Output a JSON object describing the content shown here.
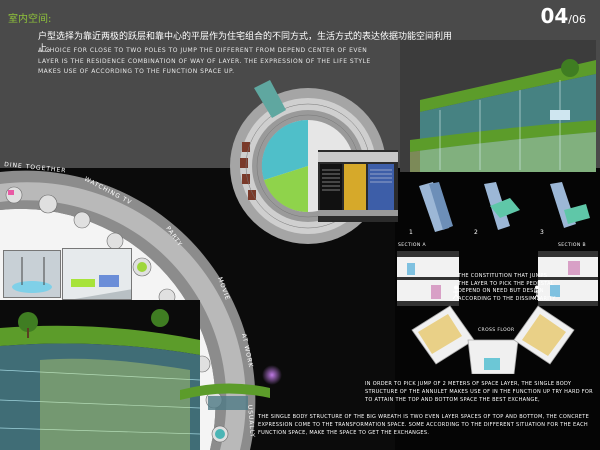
{
  "header": {
    "section_cn": "室内空间:",
    "page_number": "04",
    "page_total": "/06",
    "body_cn": "户型选择为靠近两极的跃层和靠中心的平层作为住宅组合的不同方式，生活方式的表达依据功能空间利用上。",
    "body_en": "A choice for close to two poles to jump the different from depend center of even layer is the residence combination of way of layer. The expression of the life style makes use of according to the function space up."
  },
  "ring_labels": {
    "dine_together": "DINE TOGETHER",
    "watching_tv": "WATCHING TV",
    "party": "PARTY",
    "movie": "MOVIE",
    "at_work": "AT WORK",
    "usually": "USUALLY"
  },
  "sections": {
    "section_a": "SECTION A",
    "section_b": "SECTION B",
    "cross_floor": "CROSS FLOOR"
  },
  "diagram_numbers": [
    "1",
    "2",
    "3"
  ],
  "captions": {
    "constitution": "The constitution that jumps the layer to pick the pedestal depend on need but design according to the dissimilarity",
    "right": "In order to pick jump of 2 meters of space layer, the single body structure of the annulet makes use of in the function up try hard for to attain the top and bottom space the best exchange,",
    "bottom": "The single body structure of the big wreath is two even layer spaces of top and bottom, the concrete expression come to the transformation space. Some according to the different situation for the each function space, make the space to get the exchanges."
  },
  "colors": {
    "background": "#4a4a4a",
    "accent_green": "#8fc33a",
    "ring_grey": "#bdbdbd",
    "glass_cyan": "#5fc7c7",
    "grass_green": "#5c9c2a",
    "black_panel": "#0b0b0b"
  }
}
